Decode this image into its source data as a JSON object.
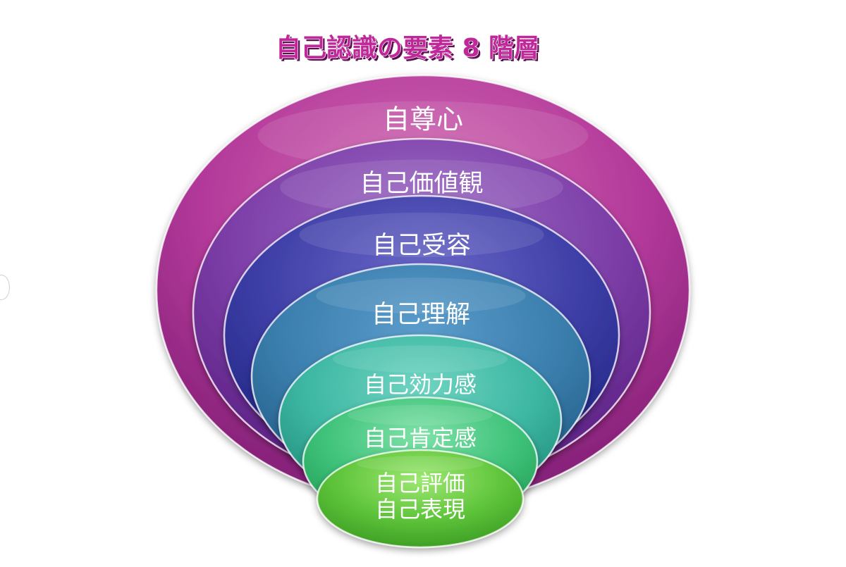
{
  "title": "自己認識の要素 8 階層",
  "layers": [
    {
      "lines": [
        "自尊心"
      ],
      "color_light": "#d470b5",
      "color_mid": "#b3399a",
      "color_dark": "#7a1b70"
    },
    {
      "lines": [
        "自己価値観"
      ],
      "color_light": "#a070c8",
      "color_mid": "#7d3fa8",
      "color_dark": "#561c7e"
    },
    {
      "lines": [
        "自己受容"
      ],
      "color_light": "#6b68c8",
      "color_mid": "#3d3ea6",
      "color_dark": "#1d2280"
    },
    {
      "lines": [
        "自己理解"
      ],
      "color_light": "#5b9ccb",
      "color_mid": "#3b7fae",
      "color_dark": "#205a85"
    },
    {
      "lines": [
        "自己効力感"
      ],
      "color_light": "#6fd4c2",
      "color_mid": "#3db7a2",
      "color_dark": "#1d8a78"
    },
    {
      "lines": [
        "自己肯定感"
      ],
      "color_light": "#7fe2a8",
      "color_mid": "#3fc27a",
      "color_dark": "#1f9a50"
    },
    {
      "lines": [
        "自己評価",
        "自己表現"
      ],
      "color_light": "#9ee872",
      "color_mid": "#5ec43a",
      "color_dark": "#3a9a22"
    }
  ],
  "colors": {
    "title_fill": "#c0289a",
    "title_shadow": "#5a1050",
    "text": "#ffffff"
  }
}
